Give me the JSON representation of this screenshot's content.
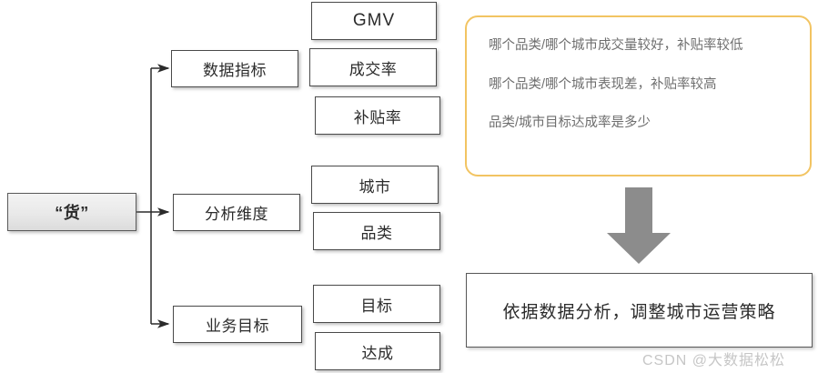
{
  "diagram": {
    "root": {
      "label": "“货”"
    },
    "branches": [
      {
        "label": "数据指标",
        "children": [
          {
            "label": "GMV",
            "latin": true
          },
          {
            "label": "成交率",
            "latin": false
          },
          {
            "label": "补贴率",
            "latin": false
          }
        ]
      },
      {
        "label": "分析维度",
        "children": [
          {
            "label": "城市",
            "latin": false
          },
          {
            "label": "品类",
            "latin": false
          }
        ]
      },
      {
        "label": "业务目标",
        "children": [
          {
            "label": "目标",
            "latin": false
          },
          {
            "label": "达成",
            "latin": false
          }
        ]
      }
    ]
  },
  "question_panel": {
    "lines": [
      "哪个品类/哪个城市成交量较好，补贴率较低",
      "哪个品类/哪个城市表现差，补贴率较高",
      "品类/城市目标达成率是多少"
    ]
  },
  "conclusion": {
    "label": "依据数据分析，调整城市运营策略"
  },
  "watermark": {
    "text": "CSDN @大数据松松"
  },
  "colors": {
    "panel_border": "#f2c462",
    "arrow_fill": "#8c8c8c",
    "box_border": "#4a4a4a",
    "root_fill": "#e9e9e9",
    "question_text": "#6e6e6e",
    "watermark_text": "#c6c6c6"
  }
}
